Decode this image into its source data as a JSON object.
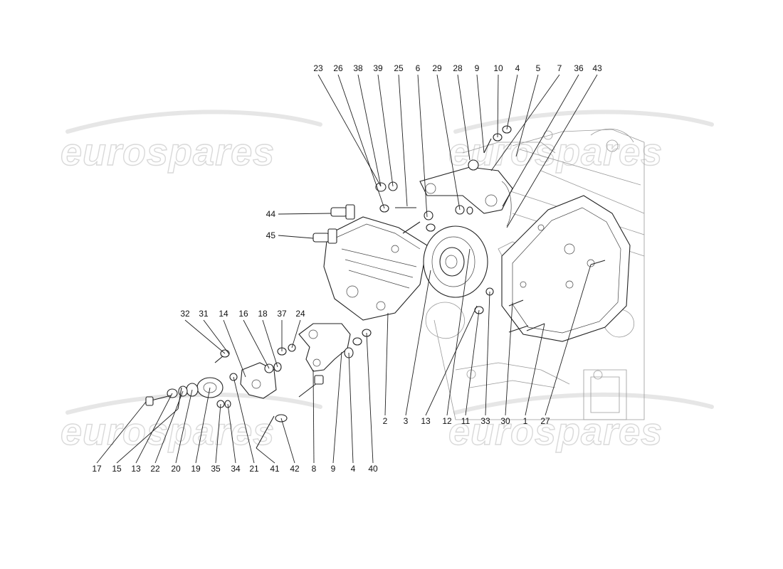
{
  "watermark": {
    "text": "eurospares",
    "instances": [
      "top-left",
      "top-right",
      "bottom-left",
      "bottom-right"
    ]
  },
  "callouts_top": [
    "23",
    "26",
    "38",
    "39",
    "25",
    "6",
    "29",
    "28",
    "9",
    "10",
    "4",
    "5",
    "7",
    "36",
    "43"
  ],
  "callouts_left": [
    "44",
    "45"
  ],
  "callouts_mid_left": [
    "32",
    "31",
    "14",
    "16",
    "18",
    "37",
    "24"
  ],
  "callouts_bottom": [
    "17",
    "15",
    "13",
    "22",
    "20",
    "19",
    "35",
    "34",
    "21",
    "41",
    "42",
    "8",
    "9",
    "4",
    "40"
  ],
  "callouts_lower_right": [
    "2",
    "3",
    "13",
    "12",
    "11",
    "33",
    "30",
    "1",
    "27"
  ],
  "colors": {
    "line": "#222222",
    "engine": "#9a9a9a",
    "watermark": "#d9d9d9"
  }
}
